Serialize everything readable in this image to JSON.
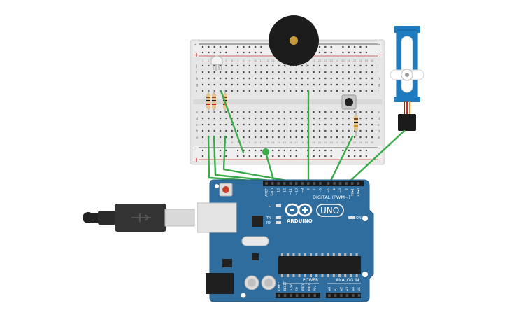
{
  "board": {
    "brand": "ARDUINO",
    "model": "UNO",
    "digital_label": "DIGITAL (PWM~)",
    "power_label": "POWER",
    "analog_label": "ANALOG IN",
    "on_label": "ON",
    "tx_label": "TX",
    "rx_label": "RX",
    "l_label": "L",
    "top_pins": [
      "AREF",
      "GND",
      "13",
      "12",
      "~11",
      "~10",
      "~9",
      "8",
      "7",
      "~6",
      "~5",
      "4",
      "~3",
      "2",
      "TX▸1",
      "RX◂0"
    ],
    "power_pins": [
      "IOREF",
      "RESET",
      "3.3V",
      "5V",
      "GND",
      "GND",
      "Vin"
    ],
    "analog_pins": [
      "A0",
      "A1",
      "A2",
      "A3",
      "A4",
      "A5"
    ]
  },
  "breadboard": {
    "row_letters_top": [
      "j",
      "i",
      "h",
      "g",
      "f"
    ],
    "row_letters_bottom": [
      "e",
      "d",
      "c",
      "b",
      "a"
    ],
    "col_numbers": [
      "1",
      "2",
      "3",
      "4",
      "5",
      "6",
      "7",
      "8",
      "9",
      "10",
      "11",
      "12",
      "13",
      "14",
      "15",
      "16",
      "17",
      "18",
      "19",
      "20",
      "21",
      "22",
      "23",
      "24",
      "25",
      "26",
      "27",
      "28",
      "29",
      "30"
    ],
    "plus": "+",
    "minus": "-"
  },
  "colors": {
    "wire": "#3aaa4a",
    "board": "#2e6d9e",
    "breadboard": "#e9e9e9",
    "servo": "#1f7bc0"
  }
}
